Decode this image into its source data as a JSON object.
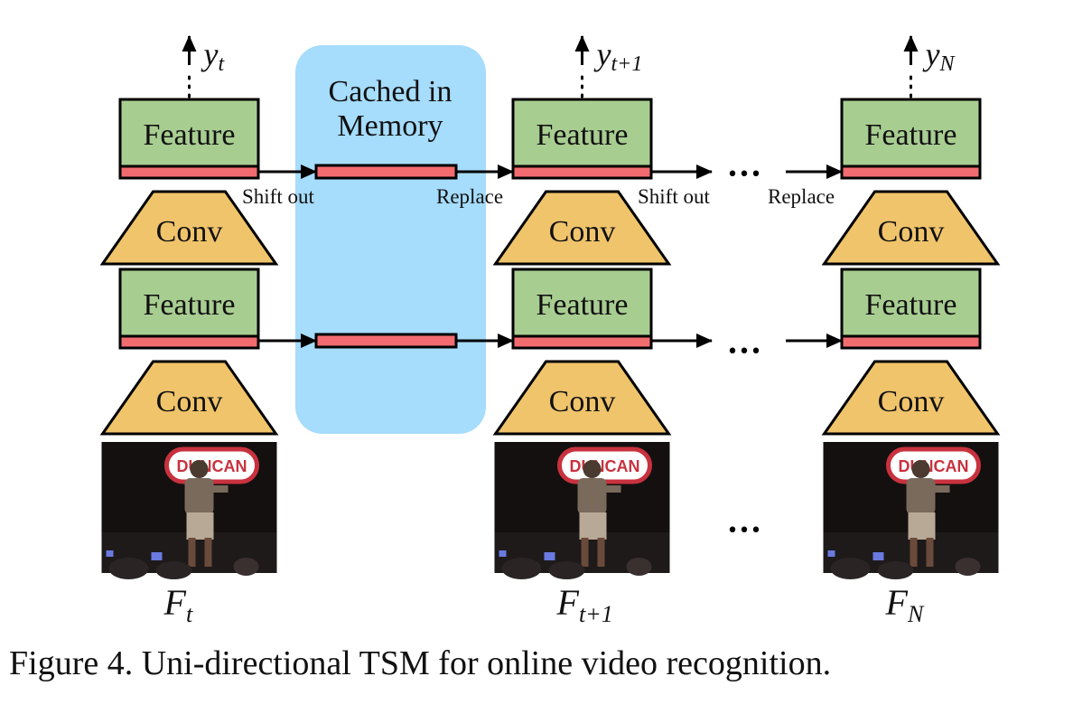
{
  "memory_label": [
    "Cached in",
    "Memory"
  ],
  "feature_label": "Feature",
  "conv_label": "Conv",
  "shift_out_label": "Shift out",
  "replace_label": "Replace",
  "ellipsis": "•••",
  "frame_sign_text": "DUNCAN",
  "columns": [
    {
      "output": "y",
      "output_sub": "t",
      "frame": "F",
      "frame_sub": "t"
    },
    {
      "output": "y",
      "output_sub": "t+1",
      "frame": "F",
      "frame_sub": "t+1"
    },
    {
      "output": "y",
      "output_sub": "N",
      "frame": "F",
      "frame_sub": "N"
    }
  ],
  "caption": "Figure 4. Uni-directional TSM for online video recognition.",
  "colors": {
    "feature": "#a8cd91",
    "shifted": "#f26b6f",
    "conv": "#f0c46b",
    "memory": "#a6dcfc"
  }
}
